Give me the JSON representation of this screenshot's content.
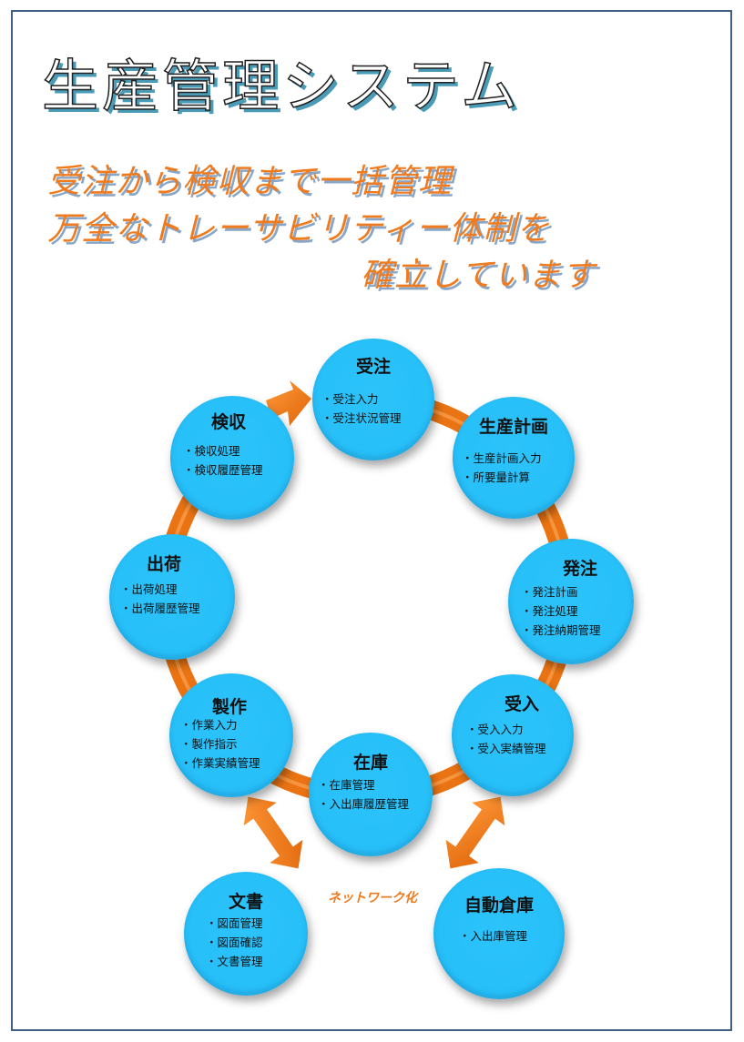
{
  "title": "生産管理システム",
  "subtitle": [
    "受注から検収まで一括管理",
    "万全なトレーサビリティー体制を",
    "確立しています"
  ],
  "network_label": "ネットワーク化",
  "colors": {
    "accent": "#f07a1e",
    "node": "#27bff8",
    "frame": "#3f5f86"
  },
  "nodes": {
    "order": {
      "title": "受注",
      "items": [
        "受注入力",
        "受注状況管理"
      ]
    },
    "plan": {
      "title": "生産計画",
      "items": [
        "生産計画入力",
        "所要量計算"
      ]
    },
    "purchase": {
      "title": "発注",
      "items": [
        "発注計画",
        "発注処理",
        "発注納期管理"
      ]
    },
    "receive": {
      "title": "受入",
      "items": [
        "受入入力",
        "受入実績管理"
      ]
    },
    "stock": {
      "title": "在庫",
      "items": [
        "在庫管理",
        "入出庫履歴管理"
      ]
    },
    "make": {
      "title": "製作",
      "items": [
        "作業入力",
        "製作指示",
        "作業実績管理"
      ]
    },
    "ship": {
      "title": "出荷",
      "items": [
        "出荷処理",
        "出荷履歴管理"
      ]
    },
    "inspect": {
      "title": "検収",
      "items": [
        "検収処理",
        "検収履歴管理"
      ]
    },
    "docs": {
      "title": "文書",
      "items": [
        "図面管理",
        "図面確認",
        "文書管理"
      ]
    },
    "warehouse": {
      "title": "自動倉庫",
      "items": [
        "入出庫管理"
      ]
    }
  }
}
